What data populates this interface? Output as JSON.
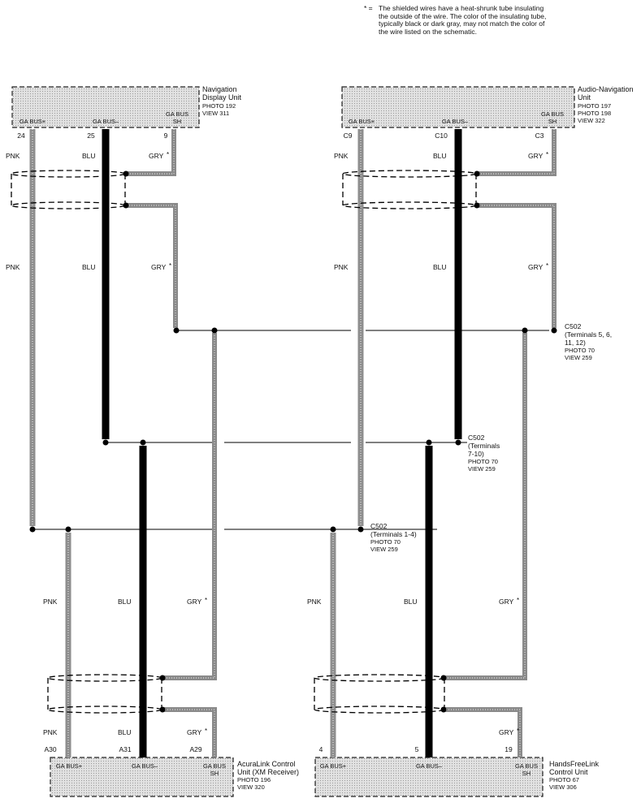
{
  "note": {
    "symbol": "* =",
    "text": "The shielded wires have a heat-shrunk tube insulating\nthe outside of the wire. The color of the insulating tube,\ntypically black or dark gray, may not match the color of\nthe wire listed on the schematic."
  },
  "units": {
    "nav": {
      "title": [
        "Navigation",
        "Display Unit"
      ],
      "refs": [
        "PHOTO 192",
        "VIEW 311"
      ],
      "pins": [
        {
          "label": "GA BUS+",
          "num": "24"
        },
        {
          "label": "GA BUS–",
          "num": "25"
        },
        {
          "label": [
            "GA BUS",
            "SH"
          ],
          "num": "9"
        }
      ]
    },
    "audio": {
      "title": [
        "Audio-Navigation",
        "Unit"
      ],
      "refs": [
        "PHOTO 197",
        "PHOTO 198",
        "VIEW 322"
      ],
      "pins": [
        {
          "label": "GA BUS+",
          "num": "C9"
        },
        {
          "label": "GA BUS–",
          "num": "C10"
        },
        {
          "label": [
            "GA BUS",
            "SH"
          ],
          "num": "C3"
        }
      ]
    },
    "acura": {
      "title": [
        "AcuraLink Control",
        "Unit (XM Receiver)"
      ],
      "refs": [
        "PHOTO 196",
        "VIEW 320"
      ],
      "pins": [
        {
          "label": "GA BUS+",
          "num": "A30"
        },
        {
          "label": "GA BUS–",
          "num": "A31"
        },
        {
          "label": [
            "GA BUS",
            "SH"
          ],
          "num": "A29"
        }
      ]
    },
    "hfl": {
      "title": [
        "HandsFreeLink",
        "Control Unit"
      ],
      "refs": [
        "PHOTO 67",
        "VIEW 306"
      ],
      "pins": [
        {
          "label": "GA BUS+",
          "num": "4"
        },
        {
          "label": "GA BUS–",
          "num": "5"
        },
        {
          "label": [
            "GA BUS",
            "SH"
          ],
          "num": "19"
        }
      ]
    }
  },
  "connectors": {
    "c502_shield": {
      "lines": [
        "C502",
        "(Terminals 5, 6,",
        "11, 12)"
      ],
      "refs": [
        "PHOTO 70",
        "VIEW 259"
      ]
    },
    "c502_blu": {
      "lines": [
        "C502",
        "(Terminals",
        "7-10)"
      ],
      "refs": [
        "PHOTO 70",
        "VIEW 259"
      ]
    },
    "c502_pnk": {
      "lines": [
        "C502",
        "(Terminals 1-4)"
      ],
      "refs": [
        "PHOTO 70",
        "VIEW 259"
      ]
    }
  },
  "wire_colors": {
    "pnk": "PNK",
    "blu": "BLU",
    "gry": "GRY",
    "star": "*"
  },
  "colors": {
    "pnk_wire": "#9a9a9a",
    "blu_wire": "#000000",
    "gry_wire": "#8c8c8c",
    "unit_fill": "#d8d8d8"
  }
}
